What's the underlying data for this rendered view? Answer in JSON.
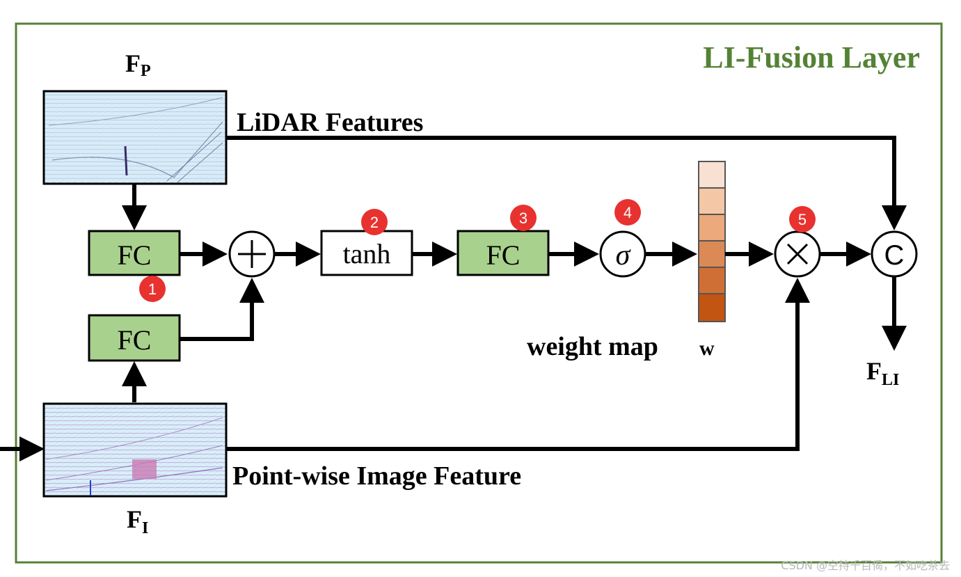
{
  "title": "LI-Fusion Layer",
  "labels": {
    "fp_main": "F",
    "fp_sub": "P",
    "fi_main": "F",
    "fi_sub": "I",
    "fli_main": "F",
    "fli_sub": "LI",
    "lidar": "LiDAR Features",
    "image": "Point-wise Image Feature",
    "weight_map": "weight map",
    "weight_symbol": "w"
  },
  "blocks": {
    "fc1": "FC",
    "fc_img": "FC",
    "tanh": "tanh",
    "fc2": "FC",
    "sigma": "σ",
    "plus": "+",
    "times": "×",
    "concat": "C"
  },
  "badges": [
    "1",
    "2",
    "3",
    "4",
    "5"
  ],
  "colors": {
    "frame": "#548235",
    "title": "#548235",
    "fc_fill": "#a9d18e",
    "badge": "#e8322f",
    "weight_cells": [
      "#f8e1d2",
      "#f4c7a6",
      "#eba97c",
      "#dc8a55",
      "#d06f35",
      "#c25512"
    ]
  },
  "watermark": "CSDN @空持千百偈，不如吃茶去"
}
